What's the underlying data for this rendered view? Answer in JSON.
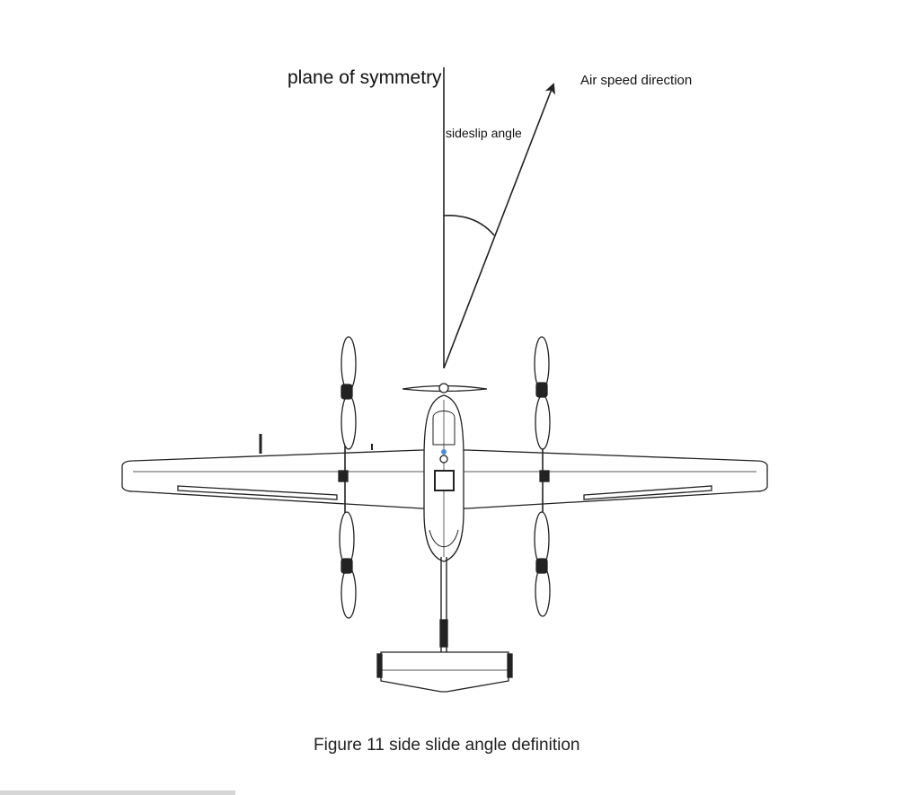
{
  "diagram": {
    "labels": {
      "plane_of_symmetry": "plane of symmetry",
      "air_speed_direction": "Air speed direction",
      "sideslip_angle": "sideslip angle"
    },
    "caption": "Figure 11 side slide angle definition"
  },
  "colors": {
    "line": "#222222",
    "accent_marker": "#4a90d9"
  }
}
